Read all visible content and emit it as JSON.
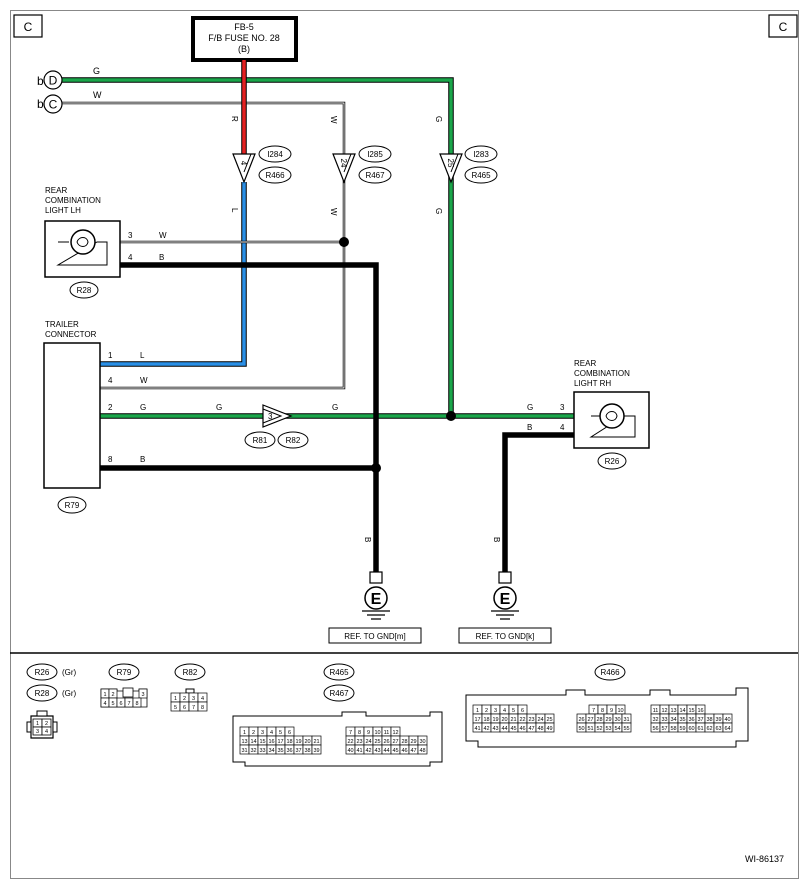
{
  "corner": {
    "left": "C",
    "right": "C"
  },
  "fuse": {
    "line1": "FB-5",
    "line2": "F/B FUSE NO. 28",
    "line3": "(B)"
  },
  "inputs": [
    {
      "prefix": "b",
      "letter": "D",
      "color": "G"
    },
    {
      "prefix": "b",
      "letter": "C",
      "color": "W"
    }
  ],
  "wire_colors": {
    "G": "#1aa64a",
    "R": "#e42121",
    "L": "#2a8fe6",
    "W": "#ffffff",
    "B": "#000000"
  },
  "pass_connectors": [
    {
      "pin": "4",
      "upper": "R",
      "lower": "L",
      "c1": "I284",
      "c2": "R466"
    },
    {
      "pin": "24",
      "upper": "W",
      "lower": "W",
      "c1": "I285",
      "c2": "R467"
    },
    {
      "pin": "25",
      "upper": "G",
      "lower": "G",
      "c1": "I283",
      "c2": "R465"
    }
  ],
  "rear_lh": {
    "lines": [
      "REAR",
      "COMBINATION",
      "LIGHT LH"
    ],
    "pins": [
      "3",
      "4"
    ],
    "wires": [
      "W",
      "B"
    ],
    "connector": "R28"
  },
  "trailer": {
    "lines": [
      "TRAILER",
      "CONNECTOR"
    ],
    "pins": [
      "1",
      "4",
      "2",
      "8"
    ],
    "wires": [
      "L",
      "W",
      "G",
      "B"
    ],
    "connector": "R79"
  },
  "mid_connector": {
    "pin": "3",
    "c1": "R81",
    "c2": "R82",
    "wire_left": "G",
    "wire_right": "G"
  },
  "rear_rh": {
    "lines": [
      "REAR",
      "COMBINATION",
      "LIGHT RH"
    ],
    "pins": [
      "3",
      "4"
    ],
    "wires": [
      "G",
      "B"
    ],
    "connector": "R26"
  },
  "grounds": [
    {
      "symbol": "E",
      "wire": "B",
      "ref": "REF. TO GND[m]"
    },
    {
      "symbol": "E",
      "wire": "B",
      "ref": "REF. TO GND[k]"
    }
  ],
  "legend": {
    "r26": "R26",
    "r26_color": "(Gr)",
    "r28": "R28",
    "r28_color": "(Gr)",
    "r26_pins": [
      "1",
      "2",
      "3",
      "4"
    ],
    "r79": "R79",
    "r79_top": [
      "1",
      "2",
      "3"
    ],
    "r79_bottom": [
      "4",
      "5",
      "6",
      "7",
      "8"
    ],
    "r82": "R82",
    "r82_top": [
      "1",
      "2",
      "3",
      "4"
    ],
    "r82_bottom": [
      "5",
      "6",
      "7",
      "8"
    ],
    "r465": "R465",
    "r467": "R467",
    "r466": "R466",
    "c48_rows": [
      [
        "1",
        "2",
        "3",
        "4",
        "5",
        "6"
      ],
      [
        "13",
        "14",
        "15",
        "16",
        "17",
        "18",
        "19",
        "20",
        "21"
      ],
      [
        "31",
        "32",
        "33",
        "34",
        "35",
        "36",
        "37",
        "38",
        "39"
      ],
      [
        "7",
        "8",
        "9",
        "10",
        "11",
        "12"
      ],
      [
        "22",
        "23",
        "24",
        "25",
        "26",
        "27",
        "28",
        "29",
        "30"
      ],
      [
        "40",
        "41",
        "42",
        "43",
        "44",
        "45",
        "46",
        "47",
        "48"
      ]
    ],
    "c64_rows": [
      [
        "1",
        "2",
        "3",
        "4",
        "5",
        "6"
      ],
      [
        "17",
        "18",
        "19",
        "20",
        "21",
        "22",
        "23",
        "24",
        "25"
      ],
      [
        "41",
        "42",
        "43",
        "44",
        "45",
        "46",
        "47",
        "48",
        "49"
      ],
      [
        "7",
        "8",
        "9",
        "10"
      ],
      [
        "26",
        "27",
        "28",
        "29",
        "30",
        "31"
      ],
      [
        "50",
        "51",
        "52",
        "53",
        "54",
        "55"
      ],
      [
        "11",
        "12",
        "13",
        "14",
        "15",
        "16"
      ],
      [
        "32",
        "33",
        "34",
        "35",
        "36",
        "37",
        "38",
        "39",
        "40"
      ],
      [
        "56",
        "57",
        "58",
        "59",
        "60",
        "61",
        "62",
        "63",
        "64"
      ]
    ]
  },
  "footer": {
    "id": "WI-86137"
  }
}
